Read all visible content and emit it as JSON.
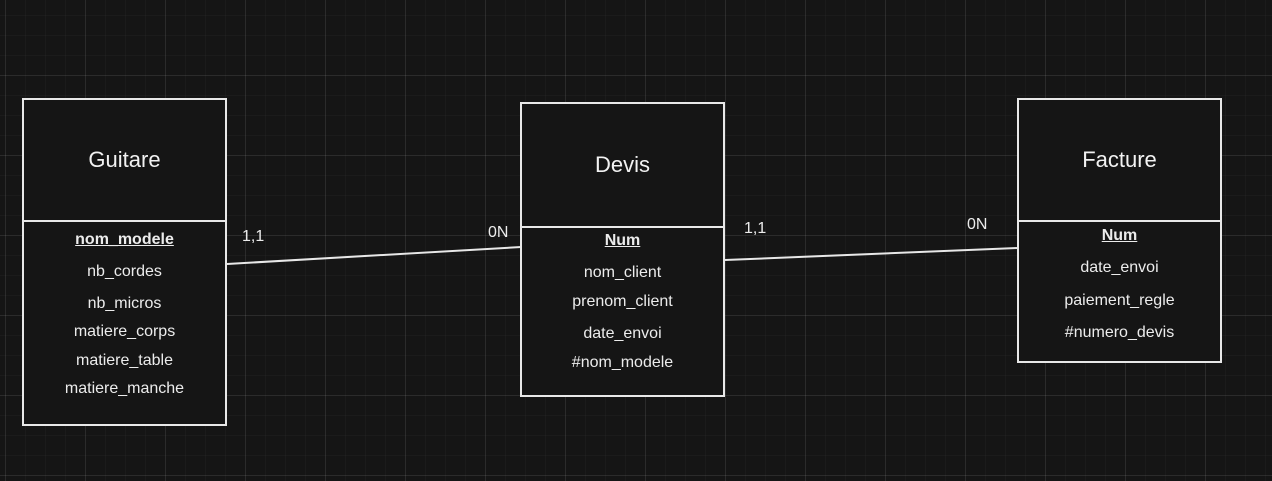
{
  "entities": {
    "guitare": {
      "name": "Guitare",
      "key": "nom_modele",
      "attributes": [
        "nb_cordes",
        "nb_micros",
        "matiere_corps",
        "matiere_table",
        "matiere_manche"
      ]
    },
    "devis": {
      "name": "Devis",
      "key": "Num",
      "attributes": [
        "nom_client",
        "prenom_client",
        "date_envoi",
        "#nom_modele"
      ]
    },
    "facture": {
      "name": "Facture",
      "key": "Num",
      "attributes": [
        "date_envoi",
        "paiement_regle",
        "#numero_devis"
      ]
    }
  },
  "relations": [
    {
      "from": "guitare",
      "to": "devis",
      "from_cardinality": "1,1",
      "to_cardinality": "0N"
    },
    {
      "from": "devis",
      "to": "facture",
      "from_cardinality": "1,1",
      "to_cardinality": "0N"
    }
  ],
  "colors": {
    "background": "#151515",
    "stroke": "#e8e8e8",
    "text": "#f0f0f0"
  }
}
